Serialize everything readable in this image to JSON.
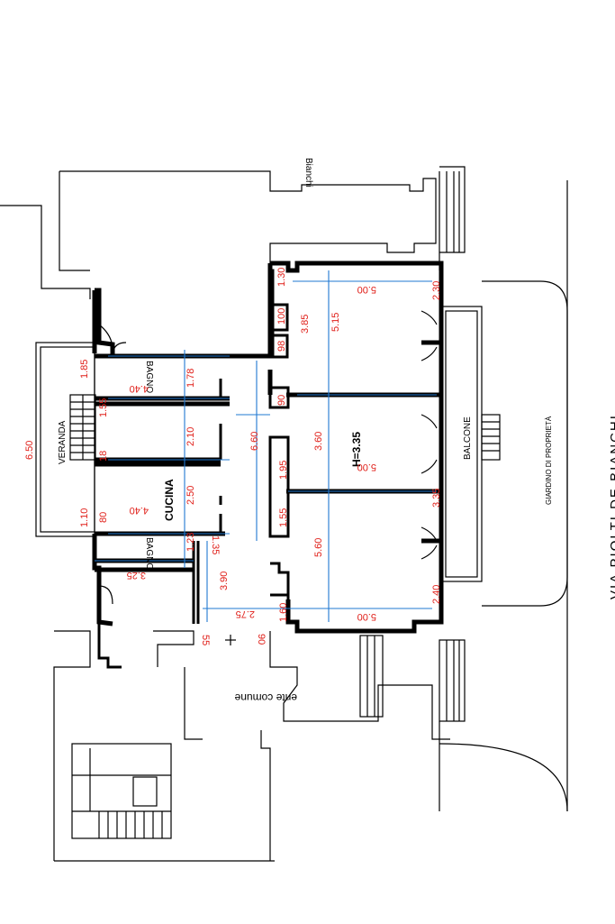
{
  "labels": {
    "bianchi": "Bianchi",
    "veranda": "VERANDA",
    "bagno_top": "BAGNO",
    "bagno_bottom": "BAGNO",
    "cucina": "CUCINA",
    "balcone": "BALCONE",
    "giardino": "GIARDINO DI PROPRIETÀ",
    "street": "VIA PIOLTI DE BIANCHI",
    "ente_comune": "ente comune",
    "height": "H=3.35"
  },
  "dimensions": {
    "d_650": "6.50",
    "d_185": "1.85",
    "d_155": "1.55",
    "d_018": "18",
    "d_080": "80",
    "d_110": "1.10",
    "d_440a": "4.40",
    "d_440b": "4.40",
    "d_325": "3.25",
    "d_178": "1.78",
    "d_210": "2.10",
    "d_250": "2.50",
    "d_123": "1.23",
    "d_135": "1.35",
    "d_390": "3.90",
    "d_275": "2.75",
    "d_055": "55",
    "d_090b": "90",
    "d_160": "1.60",
    "d_155b": "1.55",
    "d_195": "1.95",
    "d_660": "6.60",
    "d_090a": "90",
    "d_098": "98",
    "d_100": "100",
    "d_130": "1.30",
    "d_385": "3.85",
    "d_515": "5.15",
    "d_360": "3.60",
    "d_560": "5.60",
    "d_500a": "5.00",
    "d_500b": "5.00",
    "d_500c": "5.00",
    "d_230": "2.30",
    "d_335": "3.35",
    "d_240": "2.40"
  }
}
